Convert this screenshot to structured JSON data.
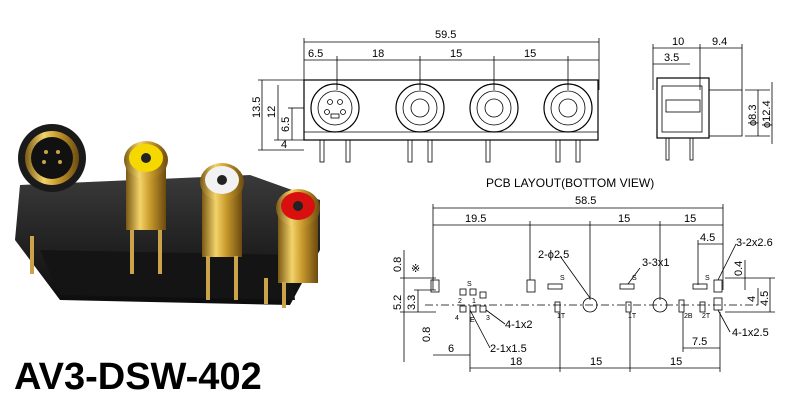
{
  "model": "AV3-DSW-402",
  "pcb_title": "PCB LAYOUT(BOTTOM VIEW)",
  "front": {
    "overall": "59.5",
    "segments": [
      "6.5",
      "18",
      "15",
      "15"
    ],
    "heights": [
      "13.5",
      "12",
      "6.5",
      "4"
    ]
  },
  "side": {
    "top": [
      "10",
      "9.4"
    ],
    "sub": "3.5",
    "diams": [
      "ϕ8.3",
      "ϕ12.4"
    ]
  },
  "pcb": {
    "overall": "58.5",
    "top_segments": [
      "19.5",
      "15",
      "15"
    ],
    "right_small": "4.5",
    "labels": {
      "hole_2_5": "2-ϕ2.5",
      "hole_3_3x1": "3-3x1",
      "hole_3_2x2_6": "3-2x2.6",
      "hole_4_1x2": "4-1x2",
      "hole_2_1x1_5": "2-1x1.5",
      "hole_4_1x2_5": "4-1x2.5"
    },
    "left_dims": [
      "0.8",
      "5.2",
      "3.3",
      "0.8"
    ],
    "note": "※",
    "right_dims": [
      "0.4",
      "4",
      "4.5"
    ],
    "bottom_segments": [
      "6",
      "18",
      "15",
      "15",
      "7.5"
    ],
    "pin_labels": [
      "S",
      "2",
      "1",
      "4",
      "E",
      "3",
      "S",
      "1T",
      "S",
      "1T",
      "S",
      "2B",
      "2T"
    ]
  }
}
